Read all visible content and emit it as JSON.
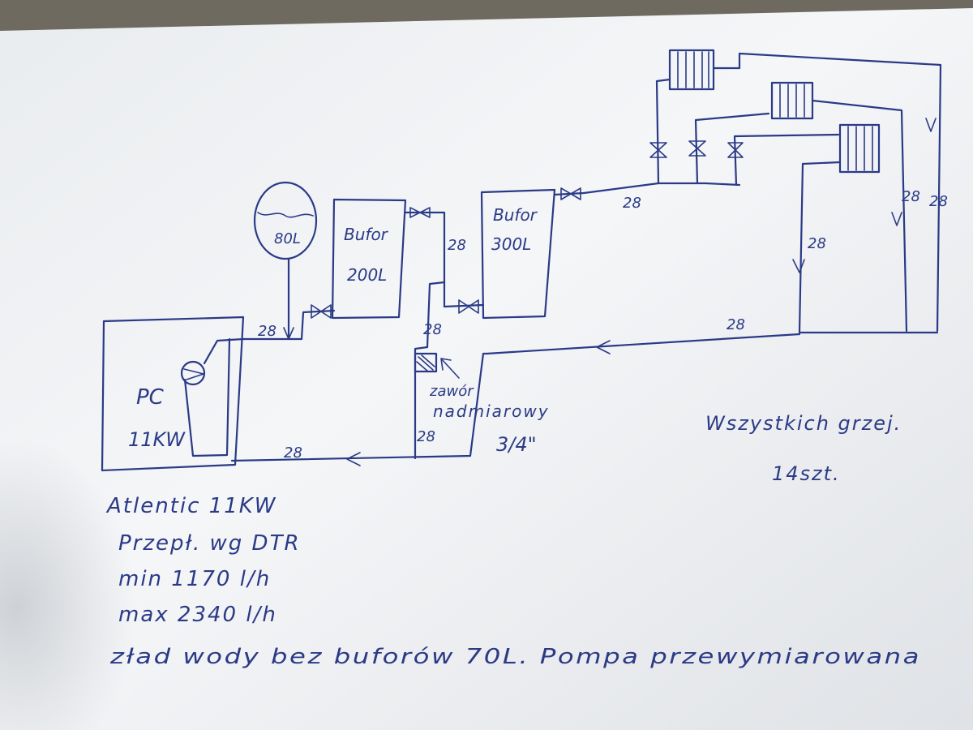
{
  "diagram": {
    "heat_pump": {
      "label_line1": "PC",
      "label_line2": "11KW"
    },
    "tank": {
      "label": "80L"
    },
    "buffer_200": {
      "label_line1": "Bufor",
      "label_line2": "200L"
    },
    "buffer_300": {
      "label_line1": "Bufor",
      "label_line2": "300L"
    },
    "valve": {
      "label_line1": "zawór",
      "label_line2": "nadmiarowy",
      "size": "3/4\""
    },
    "pipe_labels": {
      "hp_out": "28",
      "mid_vertical": "28",
      "between_buffers": "28",
      "radiator_feed": "28",
      "right_a": "28",
      "right_b": "28",
      "right_c": "28",
      "return_top": "28",
      "return_bottom": "28",
      "valve_side": "28"
    },
    "summary": {
      "line1": "Wszystkich grzej.",
      "line2": "14szt."
    }
  },
  "notes": {
    "line1": "Atlentic 11KW",
    "line2": "Przepł. wg DTR",
    "line3": "min 1170 l/h",
    "line4": "max 2340 l/h",
    "line5": "zład wody bez buforów 70L. Pompa przewymiarowana"
  },
  "colors": {
    "ink": "#2a3a86",
    "paper": "#f3f4f6",
    "table": "#6f6a60"
  }
}
